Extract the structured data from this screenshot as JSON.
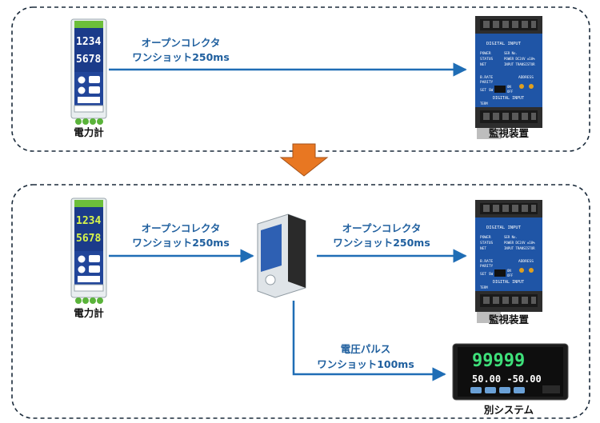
{
  "top_panel": {
    "source_label": "電力計",
    "target_label": "監視装置",
    "edge": {
      "line1": "オープンコレクタ",
      "line2": "ワンショット250ms"
    }
  },
  "bottom_panel": {
    "source_label": "電力計",
    "target_label": "監視装置",
    "other_label": "別システム",
    "edge_in": {
      "line1": "オープンコレクタ",
      "line2": "ワンショット250ms"
    },
    "edge_out": {
      "line1": "オープンコレクタ",
      "line2": "ワンショット250ms"
    },
    "edge_other": {
      "line1": "電圧パルス",
      "line2": "ワンショット100ms"
    }
  },
  "meter_display": {
    "row1": "1234",
    "row2": "5678"
  },
  "monitor_panel": {
    "header": "DIGITAL INPUT",
    "status_lines": [
      "POWER",
      "STATUS",
      "NET"
    ],
    "model_lines": [
      "SER No.",
      "POWER   DC24V ±10%",
      "INPUT   TRANSISTOR"
    ],
    "rate_lines": [
      "B.RATE",
      "PARITY"
    ],
    "address_label": "ADDRESS",
    "setsw_label": "SET SW",
    "on_label": "ON",
    "off_label": "OFF",
    "footer": "DIGITAL INPUT",
    "term_label": "TERM"
  },
  "other_display": {
    "row1": "99999",
    "row2": "50.00 -50.00"
  },
  "colors": {
    "arrow_blue": "#1f6db5",
    "label_blue": "#1f5f9e",
    "transition_orange": "#e87722",
    "panel_border": "#1a2a3a"
  }
}
